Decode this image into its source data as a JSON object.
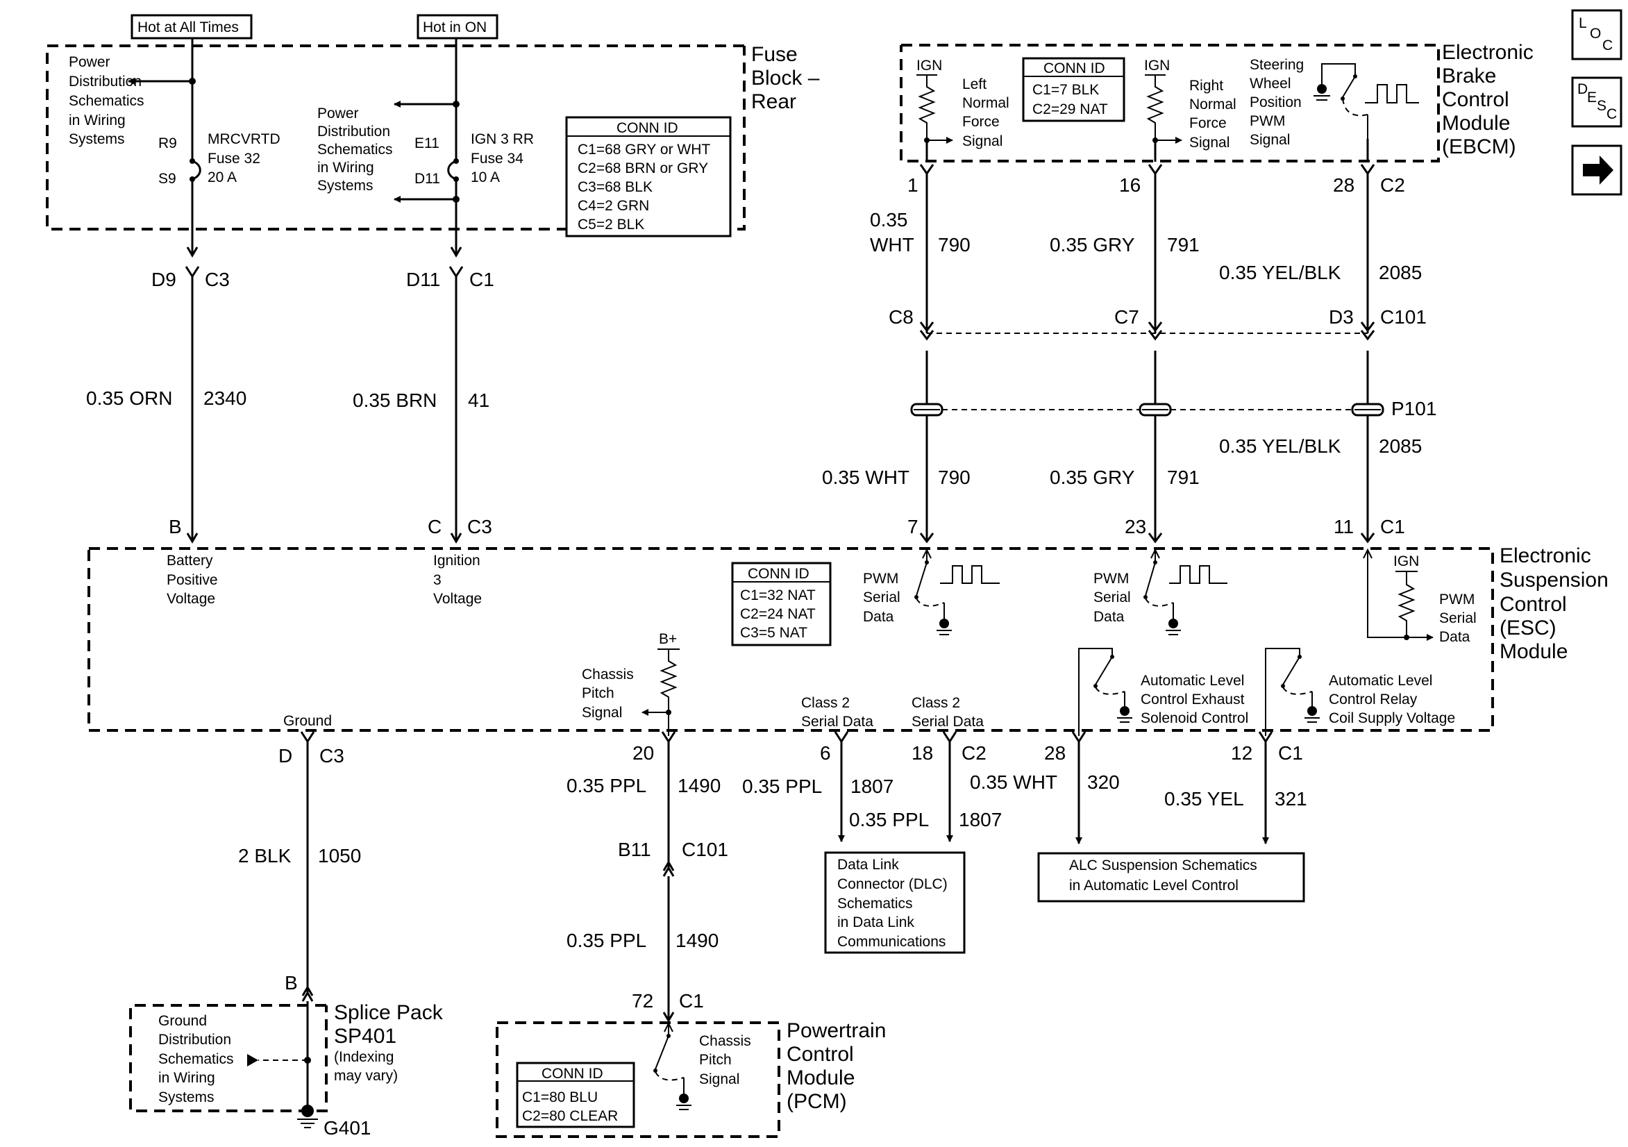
{
  "nav": {
    "loc": [
      "L",
      "O",
      "C"
    ],
    "desc": [
      "D",
      "E",
      "S",
      "C"
    ],
    "arrow_icon": "arrow-right-icon"
  },
  "fuse_block": {
    "hot_all": "Hot at All Times",
    "hot_on": "Hot in ON",
    "name": [
      "Fuse",
      "Block –",
      "Rear"
    ],
    "pds_left": [
      "Power",
      "Distribution",
      "Schematics",
      "in Wiring",
      "Systems"
    ],
    "pds_mid": [
      "Power",
      "Distribution",
      "Schematics",
      "in Wiring",
      "Systems"
    ],
    "r9": "R9",
    "s9": "S9",
    "fuse32": [
      "MRCVRTD",
      "Fuse 32",
      "20 A"
    ],
    "e11": "E11",
    "d11_in": "D11",
    "fuse34": [
      "IGN 3 RR",
      "Fuse 34",
      "10 A"
    ],
    "conn_title": "CONN ID",
    "conn": [
      "C1=68 GRY or WHT",
      "C2=68 BRN or GRY",
      "C3=68 BLK",
      "C4=2 GRN",
      "C5=2 BLK"
    ],
    "d9": "D9",
    "c3": "C3",
    "d11": "D11",
    "c1": "C1"
  },
  "wires_left": {
    "orn": "0.35 ORN",
    "orn_ckt": "2340",
    "brn": "0.35 BRN",
    "brn_ckt": "41",
    "b": "B",
    "c": "C",
    "c3": "C3"
  },
  "ebcm": {
    "ign1": "IGN",
    "ign2": "IGN",
    "left_sig": [
      "Left",
      "Normal",
      "Force",
      "Signal"
    ],
    "right_sig": [
      "Right",
      "Normal",
      "Force",
      "Signal"
    ],
    "steer_sig": [
      "Steering",
      "Wheel",
      "Position",
      "PWM",
      "Signal"
    ],
    "conn_title": "CONN ID",
    "conn": [
      "C1=7 BLK",
      "C2=29 NAT"
    ],
    "name": [
      "Electronic",
      "Brake",
      "Control",
      "Module",
      "(EBCM)"
    ],
    "p1": "1",
    "p16": "16",
    "p28": "28",
    "c2": "C2"
  },
  "ebcm_wires": {
    "w790a": [
      "0.35",
      "WHT"
    ],
    "c790a": "790",
    "g791a": "0.35 GRY",
    "c791a": "791",
    "y2085a": "0.35 YEL/BLK",
    "c2085a": "2085",
    "c8": "C8",
    "c7": "C7",
    "d3": "D3",
    "c101": "C101",
    "p101": "P101",
    "y2085b": "0.35 YEL/BLK",
    "c2085b": "2085",
    "w790b": "0.35 WHT",
    "c790b": "790",
    "g791b": "0.35 GRY",
    "c791b": "791",
    "p7": "7",
    "p23": "23",
    "p11": "11",
    "c1": "C1"
  },
  "esc": {
    "name": [
      "Electronic",
      "Suspension",
      "Control",
      "(ESC)",
      "Module"
    ],
    "batt": [
      "Battery",
      "Positive",
      "Voltage"
    ],
    "ign3": [
      "Ignition",
      "3",
      "Voltage"
    ],
    "conn_title": "CONN ID",
    "conn": [
      "C1=32 NAT",
      "C2=24 NAT",
      "C3=5 NAT"
    ],
    "pwm1": [
      "PWM",
      "Serial",
      "Data"
    ],
    "pwm2": [
      "PWM",
      "Serial",
      "Data"
    ],
    "pwm3": [
      "PWM",
      "Serial",
      "Data"
    ],
    "ign": "IGN",
    "bplus": "B+",
    "chassis": [
      "Chassis",
      "Pitch",
      "Signal"
    ],
    "ground": "Ground",
    "class2a": [
      "Class 2",
      "Serial Data"
    ],
    "class2b": [
      "Class 2",
      "Serial Data"
    ],
    "alc_exh": [
      "Automatic Level",
      "Control Exhaust",
      "Solenoid Control"
    ],
    "alc_relay": [
      "Automatic Level",
      "Control Relay",
      "Coil Supply Voltage"
    ]
  },
  "bottom": {
    "d": "D",
    "c3": "C3",
    "blk": "2 BLK",
    "blk_ckt": "1050",
    "b": "B",
    "splice": [
      "Splice Pack",
      "SP401",
      "(Indexing",
      "may vary)"
    ],
    "gnd_dist": [
      "Ground",
      "Distribution",
      "Schematics",
      "in Wiring",
      "Systems"
    ],
    "g401": "G401",
    "p20": "20",
    "ppl1": "0.35 PPL",
    "ppl1_ckt": "1490",
    "b11": "B11",
    "c101": "C101",
    "ppl2": "0.35 PPL",
    "ppl2_ckt": "1490",
    "p72": "72",
    "c1": "C1",
    "pcm": [
      "Powertrain",
      "Control",
      "Module",
      "(PCM)"
    ],
    "pcm_chassis": [
      "Chassis",
      "Pitch",
      "Signal"
    ],
    "pcm_conn_title": "CONN ID",
    "pcm_conn": [
      "C1=80 BLU",
      "C2=80 CLEAR"
    ],
    "p6": "6",
    "p18": "18",
    "c2": "C2",
    "ppl_1807a": "0.35 PPL",
    "ckt_1807a": "1807",
    "ppl_1807b": "0.35 PPL",
    "ckt_1807b": "1807",
    "dlc": [
      "Data Link",
      "Connector (DLC)",
      "Schematics",
      "in Data Link",
      "Communications"
    ],
    "p28": "28",
    "p12": "12",
    "c1b": "C1",
    "wht320": "0.35 WHT",
    "ckt320": "320",
    "yel321": "0.35 YEL",
    "ckt321": "321",
    "alc_sch": [
      "ALC Suspension Schematics",
      "in Automatic Level Control"
    ]
  }
}
